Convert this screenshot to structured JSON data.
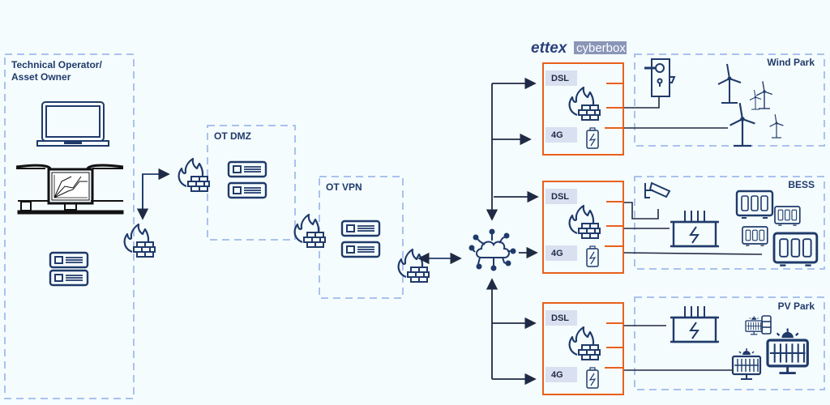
{
  "zones": {
    "operator": {
      "title_line1": "Technical Operator/",
      "title_line2": "Asset Owner"
    },
    "dmz": {
      "title": "OT DMZ"
    },
    "vpn": {
      "title": "OT VPN"
    },
    "wind": {
      "title": "Wind Park"
    },
    "bess": {
      "title": "BESS"
    },
    "pv": {
      "title": "PV Park"
    }
  },
  "brand": {
    "part1": "ettex",
    "part2": "cyberbox"
  },
  "cyberboxes": [
    {
      "site": "Wind Park",
      "link1": "DSL",
      "link2": "4G"
    },
    {
      "site": "BESS",
      "link1": "DSL",
      "link2": "4G"
    },
    {
      "site": "PV Park",
      "link1": "DSL",
      "link2": "4G"
    }
  ],
  "colors": {
    "navy": "#1f3a6b",
    "dashed_border": "#a9c2ee",
    "cyberbox_border": "#e8601c",
    "tag_bg": "#d9e0f0",
    "background": "#f5fcfd"
  },
  "icons": [
    "laptop-icon",
    "monitor-dashboard-icon",
    "server-icon",
    "firewall-icon",
    "cloud-network-icon",
    "lock-door-icon",
    "battery-charge-icon",
    "wind-turbine-icon",
    "cctv-camera-icon",
    "transformer-icon",
    "battery-storage-icon",
    "solar-panel-icon"
  ]
}
